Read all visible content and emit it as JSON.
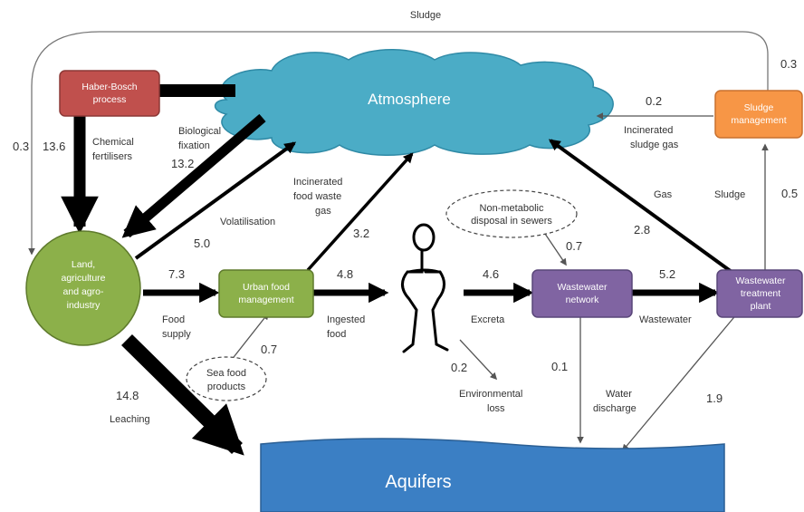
{
  "nodes": {
    "haber_bosch": [
      "Haber-Bosch",
      "process"
    ],
    "atmosphere": "Atmosphere",
    "sludge_management": [
      "Sludge",
      "management"
    ],
    "land": [
      "Land,",
      "agriculture",
      "and  agro-",
      "industry"
    ],
    "urban_food": [
      "Urban food",
      "management"
    ],
    "wastewater_network": [
      "Wastewater",
      "network"
    ],
    "treatment_plant": [
      "Wastewater",
      "treatment",
      "plant"
    ],
    "aquifers": "Aquifers",
    "non_metabolic": [
      "Non-metabolic",
      "disposal in sewers"
    ],
    "sea_food": [
      "Sea food",
      "products"
    ]
  },
  "flows": {
    "sludge": {
      "label": "Sludge",
      "value": "0.3"
    },
    "sludge_to_land": {
      "value": "0.3"
    },
    "chemical_fertilisers": {
      "label": [
        "Chemical",
        "fertilisers"
      ],
      "value": "13.6"
    },
    "biological_fixation": {
      "label": [
        "Biological",
        "fixation"
      ],
      "value": "13.2"
    },
    "volatilisation": {
      "label": "Volatilisation",
      "value": "5.0"
    },
    "incinerated_food_waste": {
      "label": [
        "Incinerated",
        "food waste",
        "gas"
      ],
      "value": "3.2"
    },
    "incinerated_sludge": {
      "label": [
        "Incinerated",
        "sludge gas"
      ],
      "value": "0.2"
    },
    "gas": {
      "label": "Gas",
      "value": "2.8"
    },
    "sludge_up": {
      "label": "Sludge",
      "value": "0.5"
    },
    "food_supply": {
      "label": [
        "Food",
        "supply"
      ],
      "value": "7.3"
    },
    "ingested_food": {
      "label": [
        "Ingested",
        "food"
      ],
      "value": "4.8"
    },
    "excreta": {
      "label": "Excreta",
      "value": "4.6"
    },
    "wastewater": {
      "label": "Wastewater",
      "value": "5.2"
    },
    "non_metabolic": {
      "value": "0.7"
    },
    "sea_food": {
      "value": "0.7"
    },
    "environmental_loss": {
      "label": [
        "Environmental",
        "loss"
      ],
      "value": "0.2"
    },
    "water_discharge": {
      "label": [
        "Water",
        "discharge"
      ],
      "value": "0.1"
    },
    "plant_to_aquifers": {
      "value": "1.9"
    },
    "leaching": {
      "label": "Leaching",
      "value": "14.8"
    }
  },
  "colors": {
    "haber_bosch": "#c0504d",
    "atmosphere": "#4bacc6",
    "sludge_management": "#f79646",
    "land": "#8cb04a",
    "wastewater": "#8064a2",
    "aquifers": "#3b7fc4",
    "arrow": "#000000",
    "thin_arrow": "#555555"
  }
}
